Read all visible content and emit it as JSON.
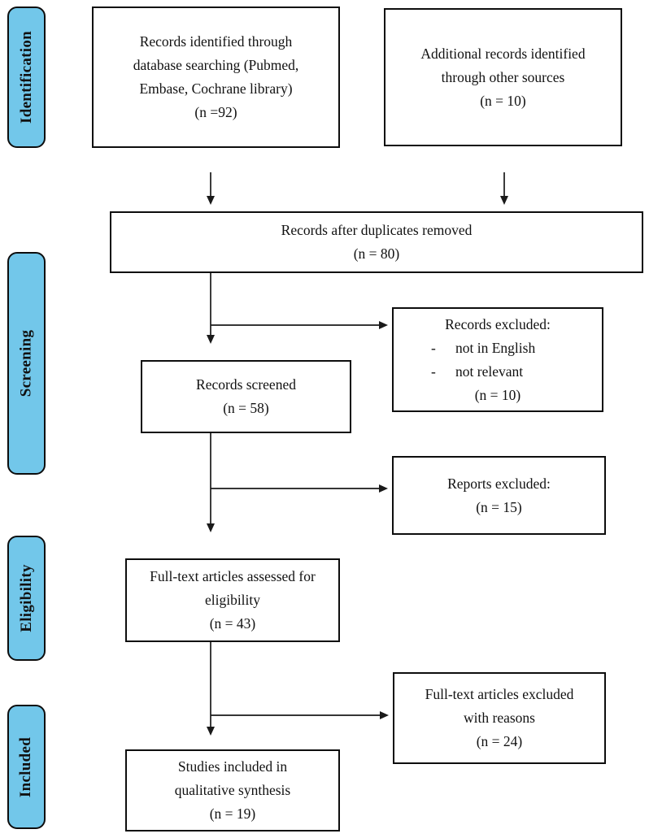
{
  "figure": {
    "kind": "PRISMA flow diagram"
  },
  "colors": {
    "stage_fill": "#72C7EA",
    "box_border": "#0d0d0d",
    "arrow": "#1a1a1a",
    "background": "#ffffff"
  },
  "stages": [
    {
      "label": "Identification"
    },
    {
      "label": "Screening"
    },
    {
      "label": "Eligibility"
    },
    {
      "label": "Included"
    }
  ],
  "boxes": {
    "records_identified": {
      "lines": [
        "Records identified through",
        "database searching (Pubmed,",
        "Embase, Cochrane library)",
        "(n =92)"
      ]
    },
    "additional_records": {
      "lines": [
        "Additional records identified",
        "through other sources",
        "(n = 10)"
      ]
    },
    "duplicates_removed": {
      "lines": [
        "Records after duplicates removed",
        "(n = 80)"
      ]
    },
    "records_screened": {
      "lines": [
        "Records screened",
        "(n = 58)"
      ]
    },
    "records_excluded": {
      "title": "Records excluded:",
      "bullet": "-",
      "items": [
        "not in English",
        "not relevant"
      ],
      "count": "(n = 10)"
    },
    "reports_excluded": {
      "lines": [
        "Reports excluded:",
        "(n = 15)"
      ]
    },
    "fulltext_assessed": {
      "lines": [
        "Full-text articles assessed for",
        "eligibility",
        "(n = 43)"
      ]
    },
    "fulltext_excluded": {
      "lines": [
        "Full-text articles excluded",
        "with reasons",
        "(n = 24)"
      ]
    },
    "studies_included": {
      "lines": [
        "Studies included in",
        "qualitative synthesis",
        "(n = 19)"
      ]
    }
  }
}
